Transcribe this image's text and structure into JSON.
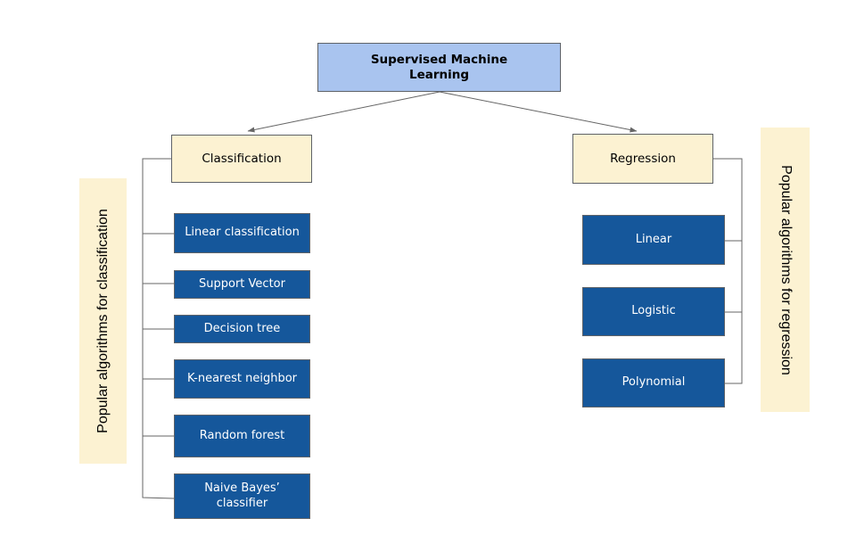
{
  "colors": {
    "root-fill": "#A9C4EF",
    "branch-fill": "#FCF2D2",
    "node-fill": "#15579B",
    "node-text": "#FFFFFF",
    "line": "#666666",
    "border": "#5F6368"
  },
  "root": {
    "label": "Supervised Machine Learning"
  },
  "branches": {
    "classification": {
      "label": "Classification"
    },
    "regression": {
      "label": "Regression"
    }
  },
  "classification_algorithms": [
    {
      "label": "Linear classification"
    },
    {
      "label": "Support Vector"
    },
    {
      "label": "Decision tree"
    },
    {
      "label": "K-nearest neighbor"
    },
    {
      "label": "Random forest"
    },
    {
      "label": "Naive Bayes’ classifier"
    }
  ],
  "regression_algorithms": [
    {
      "label": "Linear"
    },
    {
      "label": "Logistic"
    },
    {
      "label": "Polynomial"
    }
  ],
  "side_labels": {
    "left": "Popular algorithms for classification",
    "right": "Popular algorithms for regression"
  }
}
